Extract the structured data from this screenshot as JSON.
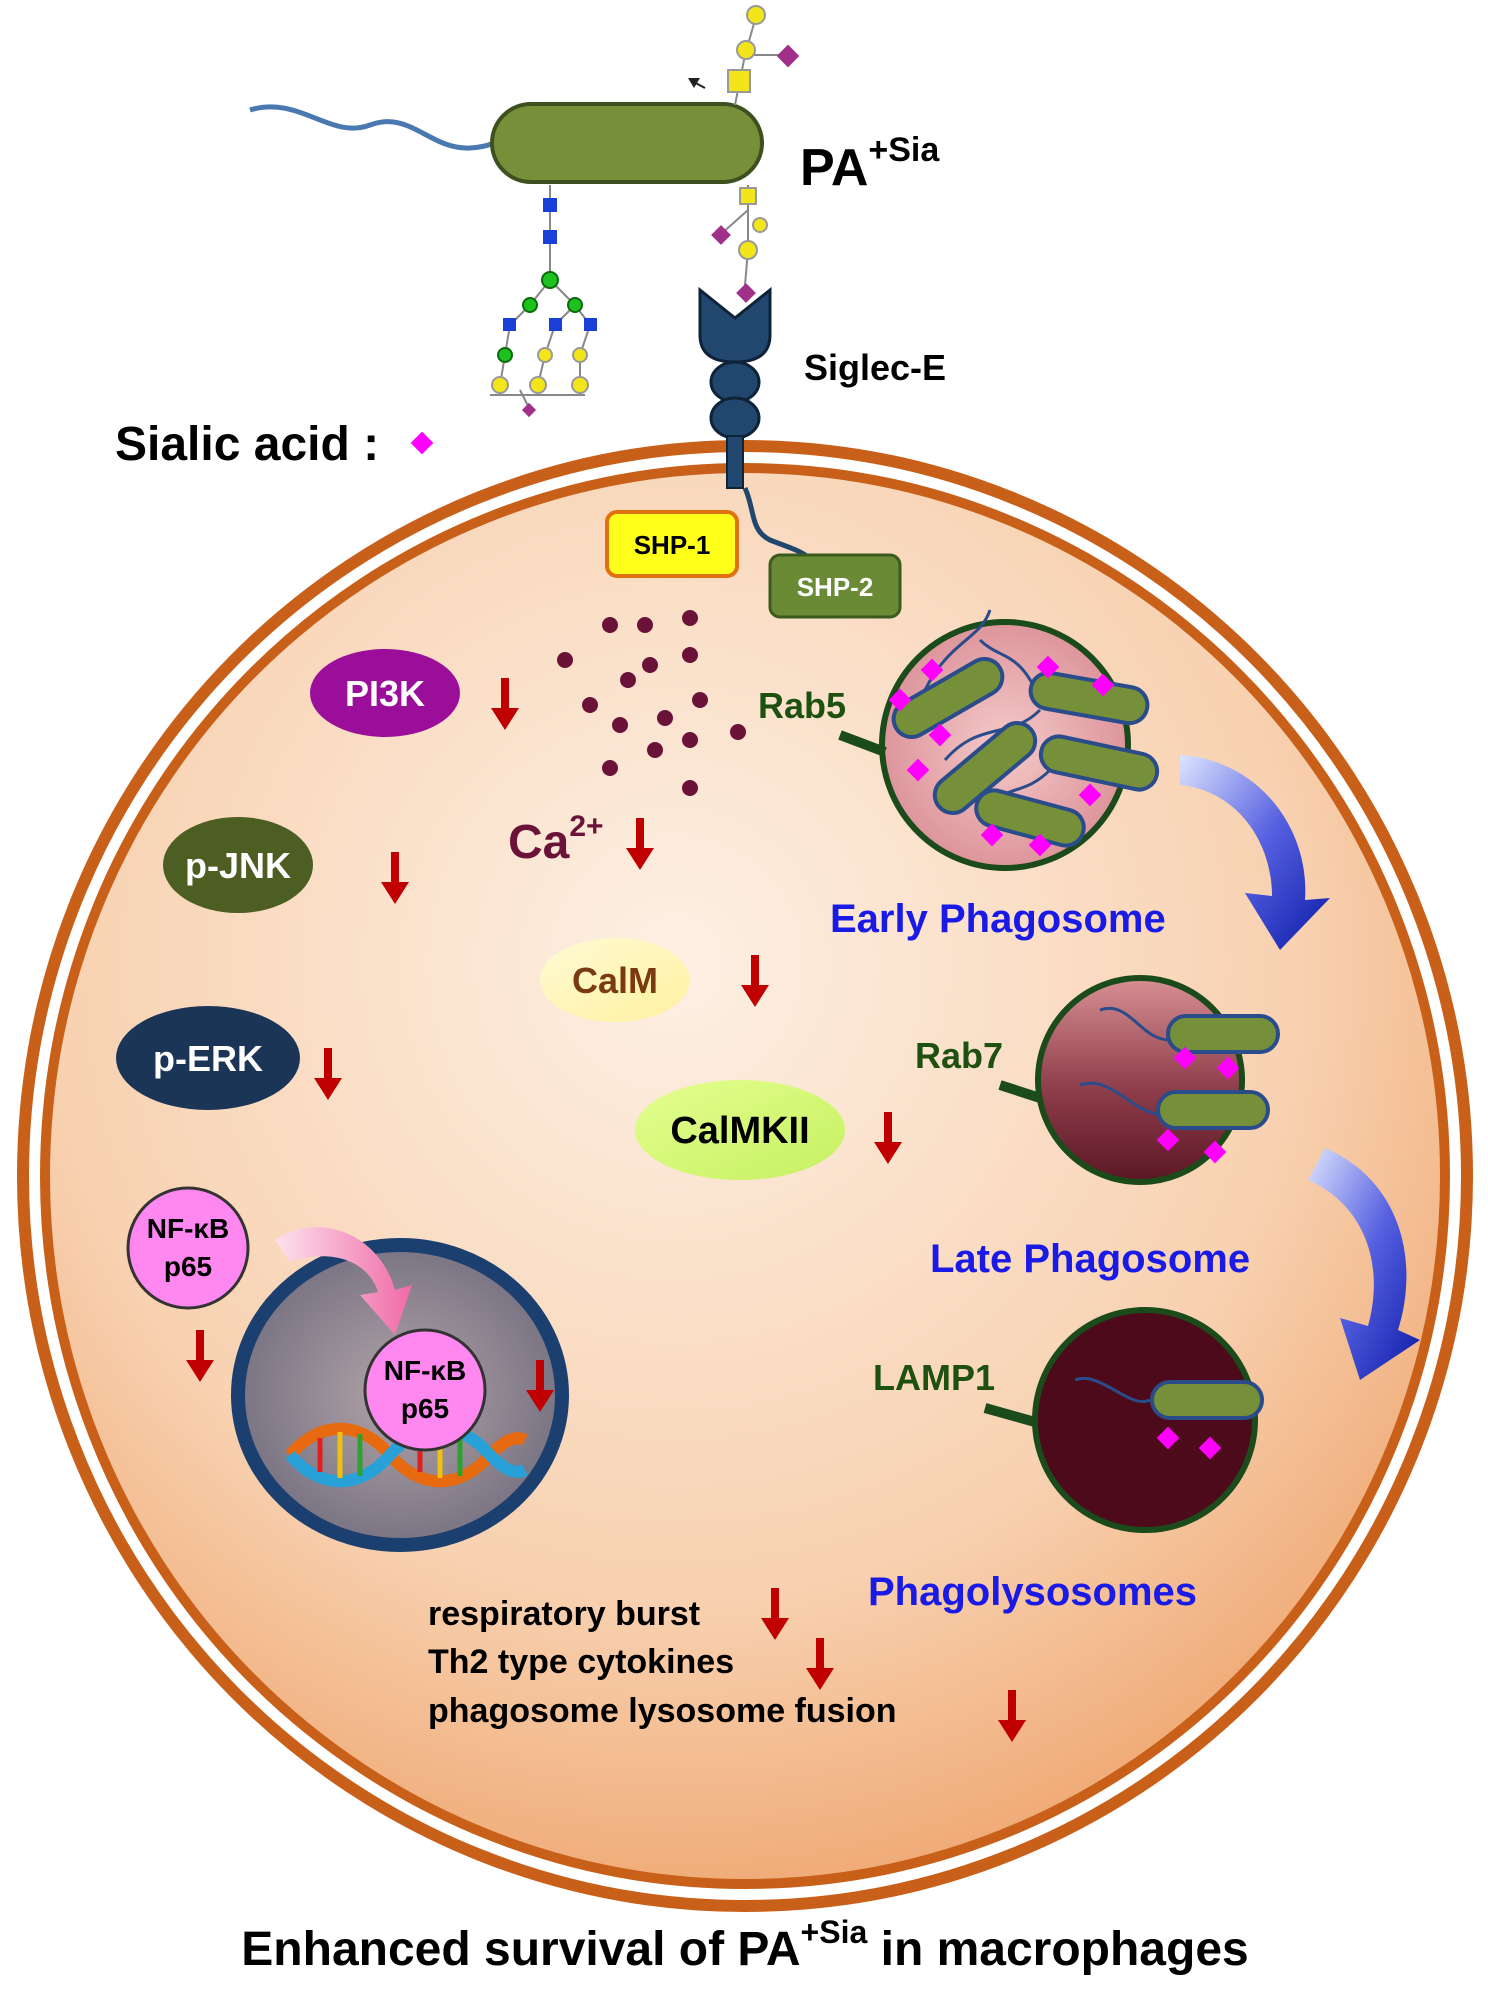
{
  "colors": {
    "membrane": "#c9601a",
    "cytoplasm_light": "#fbe6d4",
    "cytoplasm_dark": "#eea46c",
    "bacterium": "#76903a",
    "receptor": "#22476e",
    "sialic_acid": "#ff00ff",
    "down_arrow": "#c00000",
    "phagosome_label": "#1a1ae6",
    "rab_label": "#1e5010"
  },
  "labels": {
    "pathogen_base": "PA",
    "pathogen_sup": "+Sia",
    "receptor": "Siglec-E",
    "sialic_acid": "Sialic acid :",
    "shp1": "SHP-1",
    "shp2": "SHP-2",
    "pi3k": "PI3K",
    "pjnk": "p-JNK",
    "perk": "p-ERK",
    "calcium_base": "Ca",
    "calcium_sup": "2+",
    "calm": "CalM",
    "calmkii": "CalMKII",
    "nfkb_line1": "NF-κB",
    "nfkb_line2": "p65",
    "rab5": "Rab5",
    "rab7": "Rab7",
    "lamp1": "LAMP1",
    "early_phagosome": "Early Phagosome",
    "late_phagosome": "Late Phagosome",
    "phagolysosomes": "Phagolysosomes",
    "effect_1": "respiratory burst",
    "effect_2": "Th2 type cytokines",
    "effect_3": "phagosome lysosome fusion",
    "caption_prefix": "Enhanced survival of PA",
    "caption_sup": "+Sia",
    "caption_suffix": " in macrophages"
  },
  "icons": [
    "down-arrow-icon",
    "sialic-acid-diamond-icon",
    "curved-arrow-icon",
    "dna-helix-icon",
    "glycan-chain-icon"
  ]
}
